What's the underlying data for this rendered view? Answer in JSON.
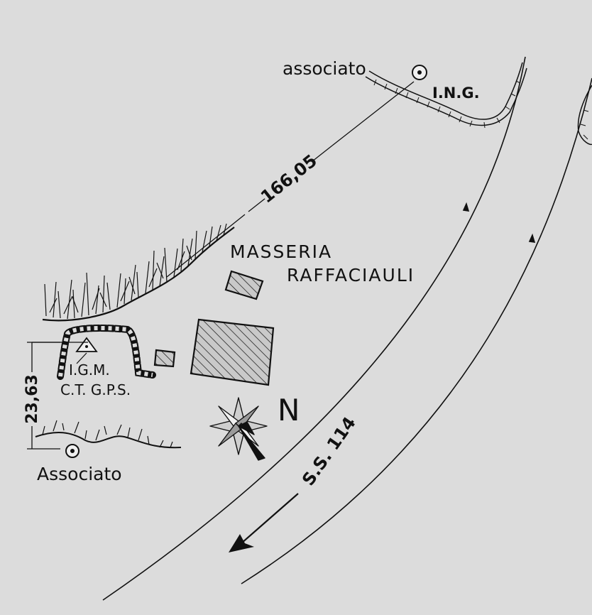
{
  "labels": {
    "station_top": "associato",
    "ing": "I.N.G.",
    "distance_long": "166,05",
    "masseria_line1": "MASSERIA",
    "masseria_line2": "RAFFACIAULI",
    "igm_line1": "I.G.M.",
    "igm_line2": "C.T. G.P.S.",
    "distance_short": "23,63",
    "station_bottom": "Associato",
    "north": "N",
    "road": "S.S. 114"
  },
  "colors": {
    "paper": "#dcdcdc",
    "ink": "#111111",
    "hatch_fill": "#bdbdbd"
  },
  "icons": {
    "benchmark": "circle-with-dot-icon",
    "trig_point": "triangle-with-dot-icon",
    "compass": "compass-rose-icon",
    "direction": "arrow-icon"
  }
}
